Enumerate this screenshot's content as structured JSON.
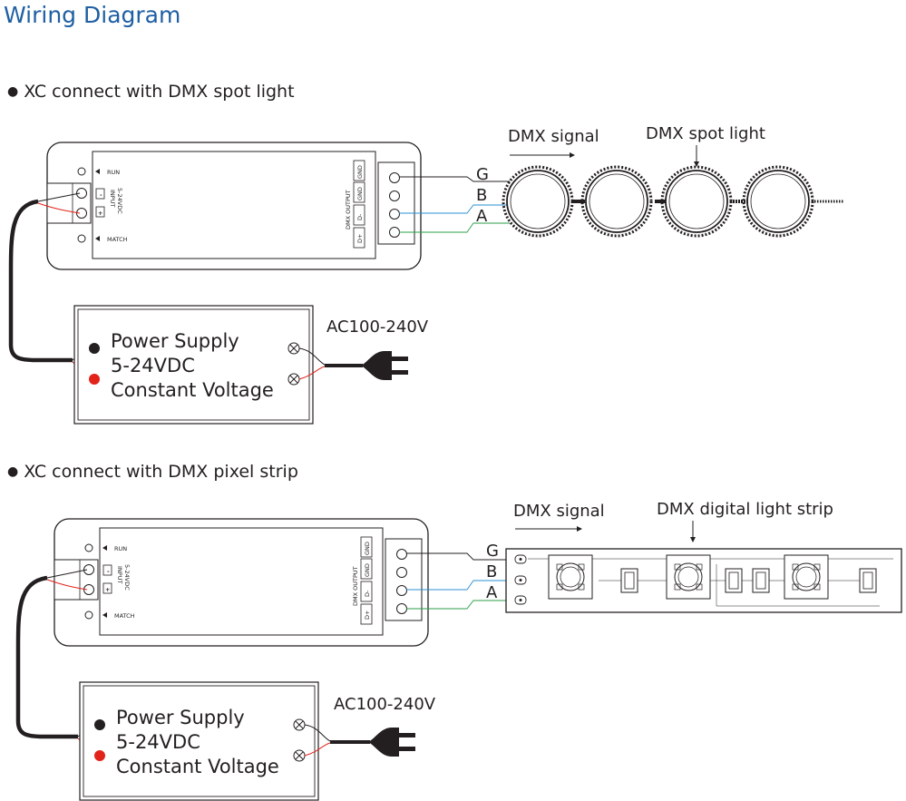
{
  "title": "Wiring Diagram",
  "sections": [
    {
      "heading": "XC connect with DMX spot light",
      "signal_label": "DMX signal",
      "device_label": "DMX spot light"
    },
    {
      "heading": "XC connect with DMX pixel strip",
      "signal_label": "DMX signal",
      "device_label": "DMX digital light strip"
    }
  ],
  "controller": {
    "run": "RUN",
    "match": "MATCH",
    "input": "INPUT",
    "input_voltage": "5-24VDC",
    "minus": "-",
    "plus": "+",
    "output_title": "DMX OUTPUT",
    "pins": [
      "GND",
      "GND",
      "D-",
      "D+"
    ]
  },
  "wires": {
    "g": "G",
    "b": "B",
    "a": "A"
  },
  "power_supply": {
    "line1": "Power Supply",
    "line2": "5-24VDC",
    "line3": "Constant Voltage",
    "ac": "AC100-240V"
  },
  "colors": {
    "title": "#1f5fa3",
    "wire_red": "#e2231a",
    "wire_blue": "#2a8fd0",
    "wire_green": "#2e9e4a",
    "line": "#231f20"
  }
}
